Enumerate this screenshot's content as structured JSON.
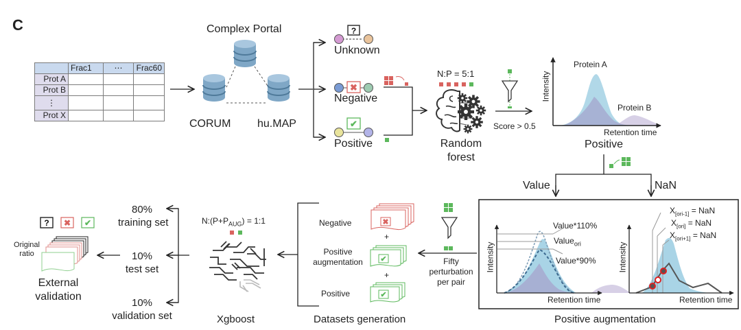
{
  "panel_label": "C",
  "colors": {
    "negative": "#d9635f",
    "positive": "#5cb85c",
    "peak_a": "#a9d4e6",
    "peak_a_inner": "#a6acd0",
    "peak_b": "#d7d0e6",
    "db": "#7fa7c6",
    "header_fill": "#c9d9ee",
    "rowhead_fill": "#dfdced",
    "nan_marker": "#e02020"
  },
  "table": {
    "columns": [
      "",
      "Frac1",
      "⋯",
      "Frac60"
    ],
    "rows": [
      "Prot A",
      "Prot B",
      "⋮",
      "Prot X"
    ]
  },
  "databases": {
    "top": "Complex Portal",
    "left": "CORUM",
    "right": "hu.MAP"
  },
  "pair_classes": {
    "unknown": {
      "label": "Unknown",
      "badge": "?"
    },
    "negative": {
      "label": "Negative",
      "badge": "✖"
    },
    "positive": {
      "label": "Positive",
      "badge": "✔"
    }
  },
  "random_forest": {
    "ratio_label": "N:P = 5:1",
    "ratio_negative": 5,
    "ratio_positive": 1,
    "title_line1": "Random",
    "title_line2": "forest",
    "filter_label": "Score > 0.5"
  },
  "elution_profile": {
    "ylabel": "Intensity",
    "xlabel": "Retention time",
    "protein_a": "Protein A",
    "protein_b": "Protein B",
    "caption": "Positive"
  },
  "branches": {
    "value": "Value",
    "nan": "NaN"
  },
  "augmentation": {
    "caption": "Positive augmentation",
    "value_plot": {
      "ylabel": "Intensity",
      "xlabel": "Retention time",
      "high": "Value*110%",
      "ori_base": "Value",
      "ori_sub": "ori",
      "low": "Value*90%"
    },
    "nan_plot": {
      "ylabel": "Intensity",
      "xlabel": "Retention time",
      "labels": [
        {
          "base": "X",
          "sub": "[ori-1]",
          "rest": " = NaN"
        },
        {
          "base": "X",
          "sub": "[ori]",
          "rest": " = NaN"
        },
        {
          "base": "X",
          "sub": "[ori+1]",
          "rest": " = NaN"
        }
      ]
    }
  },
  "perturbation": {
    "line1": "Fifty",
    "line2": "perturbation",
    "line3": "per pair"
  },
  "datasets": {
    "caption": "Datasets generation",
    "negative": "Negative",
    "plus": "+",
    "aug_line1": "Positive",
    "aug_line2": "augmentation",
    "positive": "Positive"
  },
  "xgboost": {
    "ratio_prefix": "N:(P+P",
    "ratio_sub": "AUG",
    "ratio_suffix": ") = 1:1",
    "title": "Xgboost"
  },
  "splits": [
    {
      "percent": "80%",
      "label": "training set"
    },
    {
      "percent": "10%",
      "label": "test set"
    },
    {
      "percent": "10%",
      "label": "validation set"
    }
  ],
  "external": {
    "ratio_line1": "Original",
    "ratio_line2": "ratio",
    "title_line1": "External",
    "title_line2": "validation"
  }
}
